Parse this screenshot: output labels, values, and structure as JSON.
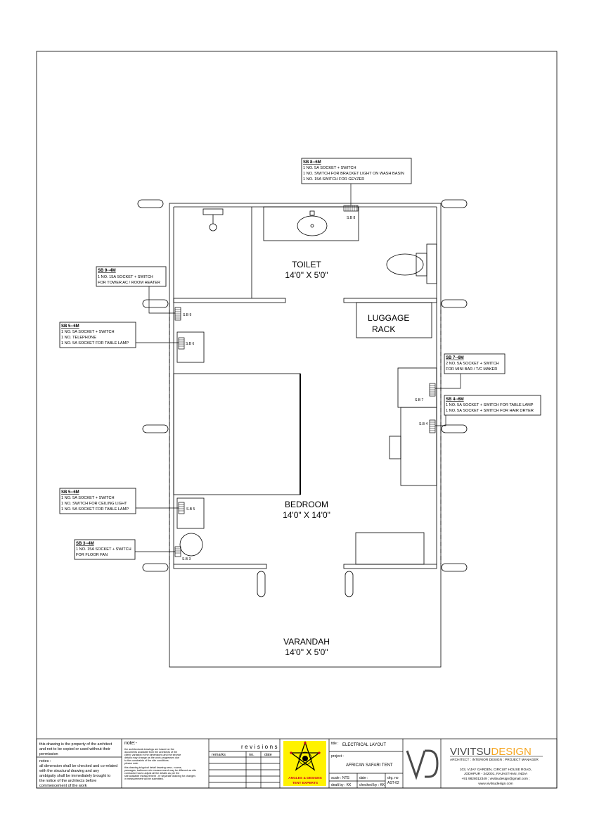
{
  "rooms": {
    "toilet": {
      "name": "TOILET",
      "size": "14'0\" X 5'0\""
    },
    "bedroom": {
      "name": "BEDROOM",
      "size": "14'0\" X 14'0\""
    },
    "varandah": {
      "name": "VARANDAH",
      "size": "14'0\" X 5'0\""
    },
    "luggage_line1": "LUGGAGE",
    "luggage_line2": "RACK"
  },
  "boxes": {
    "sb8": {
      "title": "SB 8--6M",
      "lines": [
        "1 NO. 5A SOCKET + SWITCH",
        "1 NO. SWITCH FOR BRACKET LIGHT ON WASH BASIN",
        "1 NO. 15A SWITCH FOR GEYZER"
      ]
    },
    "sb9": {
      "title": "SB 9--4M",
      "lines": [
        "1 NO. 15A SOCKET + SWITCH",
        "FOR TOWER AC / ROOM HEATER"
      ]
    },
    "sb6": {
      "title": "SB 5--6M",
      "lines": [
        "1 NO. 5A SOCKET + SWITCH",
        "1 NO. TELEPHONE",
        "1 NO. 5A SOCKET FOR TABLE LAMP"
      ]
    },
    "sb5": {
      "title": "SB 5--6M",
      "lines": [
        "1 NO. 5A SOCKET + SWITCH",
        "1 NO. SWITCH FOR CEILING LIGHT",
        "1 NO. 5A SOCKET FOR TABLE LAMP"
      ]
    },
    "sb3": {
      "title": "SB 3--4M",
      "lines": [
        "1 NO. 15A SOCKET + SWITCH",
        "FOR FLOOR FAN"
      ]
    },
    "sb7": {
      "title": "SB 7--6M",
      "lines": [
        "2 NO. 5A SOCKET + SWITCH",
        "FOR MINI BAR / T/C MAKER"
      ]
    },
    "sb4": {
      "title": "SB 4--6M",
      "lines": [
        "1 NO. 5A SOCKET + SWITCH FOR TABLE LAMP",
        "1 NO. 5A SOCKET + SWITCH FOR HAIR DRYER"
      ]
    }
  },
  "board_labels": {
    "sb8": "S.B 8",
    "sb9": "S.B 9",
    "sb6": "S.B 6",
    "sb5": "S.B 5",
    "sb3": "S.B 3",
    "sb7": "S.B 7",
    "sb4": "S.B 4"
  },
  "title_block": {
    "property_text": [
      "this drawing is the property of the architect",
      "and not to be copied or used without their",
      "permission"
    ],
    "notes_label": "notes :",
    "notes_text": [
      "all dimension shall be checked and co-related",
      "with the structural drawing and any",
      "ambiguity shall be immediately brought to",
      "the notice of the architects before",
      "commencement of the work"
    ],
    "note_label": "note:-",
    "note_text": [
      "the architectural drawings are based on the",
      "documents available from the architects of the",
      "client. variation in the dimensions and the service",
      "details may change as the work progresses due",
      "to the constraints of the site conditions.",
      "please note.",
      "this drawing is typical detail drawing area - rooms,",
      "passages, bathroom etc measurement may be different as site",
      "contractor has to adjust all the details as per the",
      "site available measurement - re separate drawing for changes",
      "in measurement will be submitted."
    ],
    "revisions": "revisions",
    "rev_headers": [
      "remarks",
      "no.",
      "date"
    ],
    "logo_line1": "ANGLES & DESIGNS",
    "logo_line2": "TENT EXPERTS",
    "title_label": "title :",
    "title_value": "ELECTRICAL LAYOUT",
    "project_label": "project :",
    "project_value": "AFRICAN SAFARI TENT",
    "scale": "scale : NTS",
    "date": "date :",
    "drg_label": "drg. no",
    "drg_value": "AST-02",
    "dealt": "dealt by : KK",
    "checked": "checked by : KK",
    "firm_a": "VIVITSU",
    "firm_b": "DESIGN",
    "firm_tag": "ARCHITECT : INTERIOR DESIGN : PROJECT MANAGER",
    "address": [
      "103, VIJAY GARDEN, CIRCUIT HOUSE ROAD,",
      "JODHPUR - 342001, RAJASTHAN, INDIA",
      "+91 9828012349 ; vivitsudesign@gmail.com ;",
      "www.vivitsudesign.com"
    ],
    "brand_color": "#f5a623"
  }
}
